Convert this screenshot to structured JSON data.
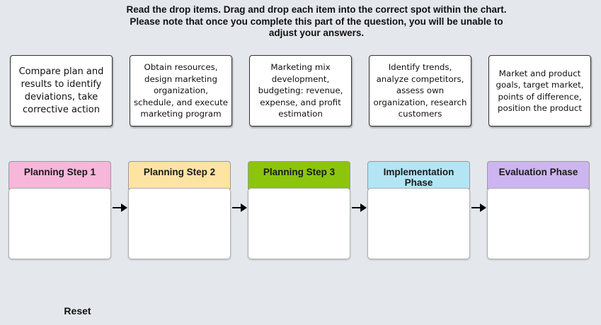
{
  "instructions": {
    "line1": "Read the drop items. Drag and drop each item into the correct spot within the chart.",
    "line2": "Please note that once you complete this part of the question, you will be unable to",
    "line3": "adjust your answers."
  },
  "drag_items": [
    {
      "text": "Compare plan and results to identify deviations, take corrective action"
    },
    {
      "text": "Obtain resources, design marketing organization, schedule, and execute marketing program"
    },
    {
      "text": "Marketing mix development, budgeting: revenue, expense, and profit estimation"
    },
    {
      "text": "Identify trends, analyze competitors, assess own organization, research customers"
    },
    {
      "text": "Market and product goals, target market, points of difference, position the product"
    }
  ],
  "phases": [
    {
      "label": "Planning Step 1",
      "color": "#f7b6da"
    },
    {
      "label": "Planning Step 2",
      "color": "#fde4a2"
    },
    {
      "label": "Planning Step 3",
      "color": "#8cc50c"
    },
    {
      "label": "Implementation Phase",
      "color": "#b3e5f5"
    },
    {
      "label": "Evaluation Phase",
      "color": "#cdb5f0"
    }
  ],
  "reset_label": "Reset"
}
